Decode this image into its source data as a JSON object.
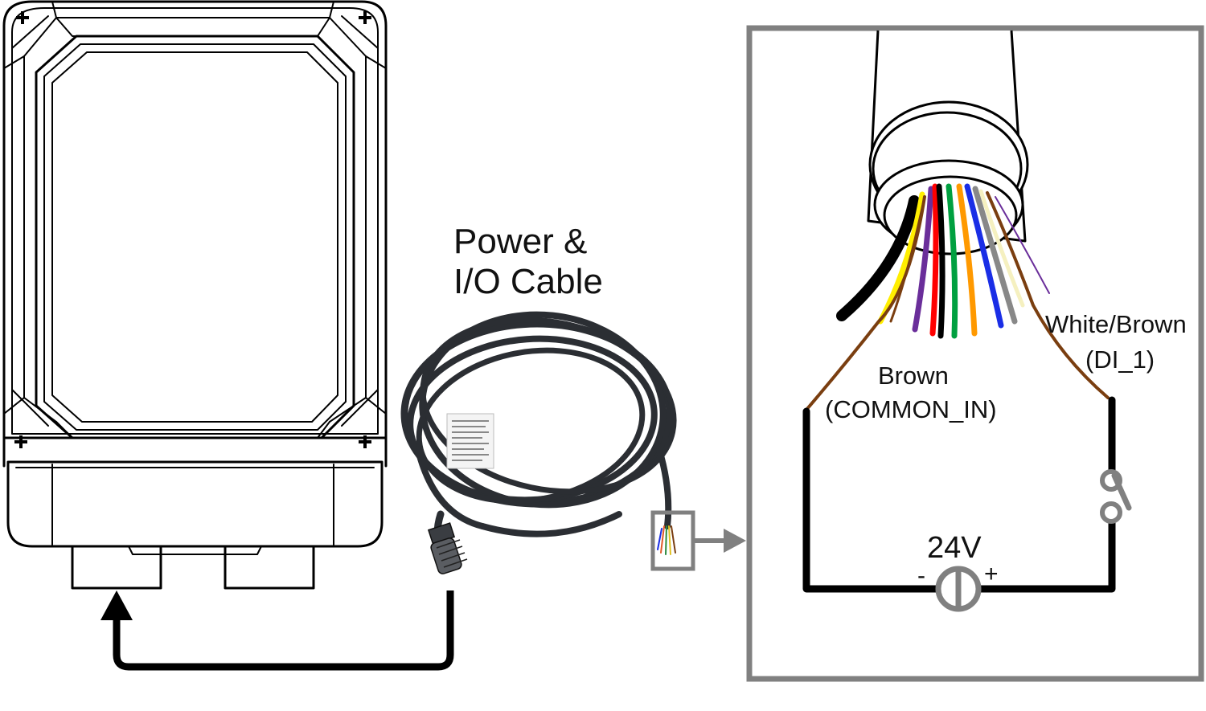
{
  "cable_title": {
    "line1": "Power &",
    "line2": "I/O Cable"
  },
  "wires": {
    "left": {
      "name": "Brown",
      "signal": "(COMMON_IN)",
      "color": "#7a3e10"
    },
    "right": {
      "name": "White/Brown",
      "signal": "(DI_1)",
      "color": "#7a3e10"
    },
    "bundle_colors": [
      "#000000",
      "#ffee00",
      "#7a3e10",
      "#6a2e9a",
      "#ff0000",
      "#000000",
      "#00a040",
      "#ff9900",
      "#1a2ee6",
      "#888888",
      "#f5f0c0",
      "#6a2e9a"
    ]
  },
  "supply": {
    "voltage": "24V",
    "minus": "-",
    "plus": "+"
  },
  "colors": {
    "frame": "#808080",
    "circuit": "#000000",
    "cable": "#2b2e33"
  }
}
